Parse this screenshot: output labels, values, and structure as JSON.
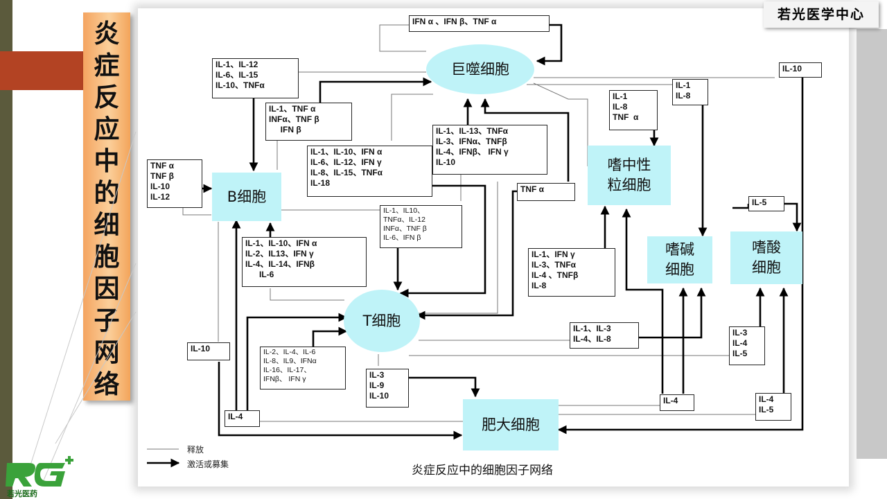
{
  "title_vertical": "炎症反应中的细胞因子网络",
  "header_org": "若光医学中心",
  "caption": "炎症反应中的细胞因子网络",
  "legend": {
    "release": "释放",
    "activate": "激活或募集"
  },
  "logo_text": "若光医药",
  "cells": {
    "macrophage": "巨噬细胞",
    "bcell": "B细胞",
    "tcell": "T细胞",
    "neutrophil": "嗜中性\n粒细胞",
    "basophil": "嗜碱\n细胞",
    "eosinophil": "嗜酸\n细胞",
    "mast": "肥大细胞"
  },
  "cytokine_boxes": {
    "ifn_top": "IFN α 、IFN β、TNF α",
    "mac_b": "IL-1、IL-12\nIL-6、IL-15\nIL-10、TNFα",
    "b_to_mac": "IL-1、TNF α\nINFα、TNF β\n     IFN β",
    "tnf_b_in": "TNF α\nTNF β\nIL-10\nIL-12",
    "t_to_b_mac": "IL-1、IL-10、IFN α\nIL-6、IL-12、IFN γ\nIL-8、IL-15、TNFα\nIL-18",
    "to_mac_center": "IL-1、IL-13、TNFα\nIL-3、IFNα、TNFβ\nIL-4、IFNβ、 IFN γ\nIL-10",
    "tnf_small": "TNF α",
    "il1_il8_tnf": "IL-1\nIL-8\nTNF  α",
    "il1_il8": "IL-1\nIL-8",
    "il10_right": "IL-10",
    "b_to_t_small": "IL-1、IL10、\nTNFα、IL-12\nINFα、TNF β\nIL-6、IFN β",
    "t_to_b_left": "IL-1、IL-10、IFN α\nIL-2、IL13、IFN γ\nIL-4、IL-14、IFNβ\n      IL-6",
    "neutro_in": "IL-1、IFN γ\nIL-3、TNFα\nIL-4 、TNFβ\nIL-8",
    "il5_eos": "IL-5",
    "t_to_baso": "IL-1、IL-3\nIL-4、IL-8",
    "il3_4_5": "IL-3\nIL-4\nIL-5",
    "il10_left": "IL-10",
    "t_in_small": "IL-2、IL-4、IL-6\nIL-8、IL9、IFNα\nIL-16、IL-17、\nIFNβ、 IFN γ",
    "t_to_mast": "IL-3\nIL-9\nIL-10",
    "il4_baso": "IL-4",
    "il4_il5": "IL-4\nIL-5",
    "il4_left": "IL-4"
  },
  "colors": {
    "cell_fill": "#bff3f8",
    "title_bar": "#f4a460",
    "accent_red": "#b34323",
    "logo_green": "#3aa23a"
  }
}
